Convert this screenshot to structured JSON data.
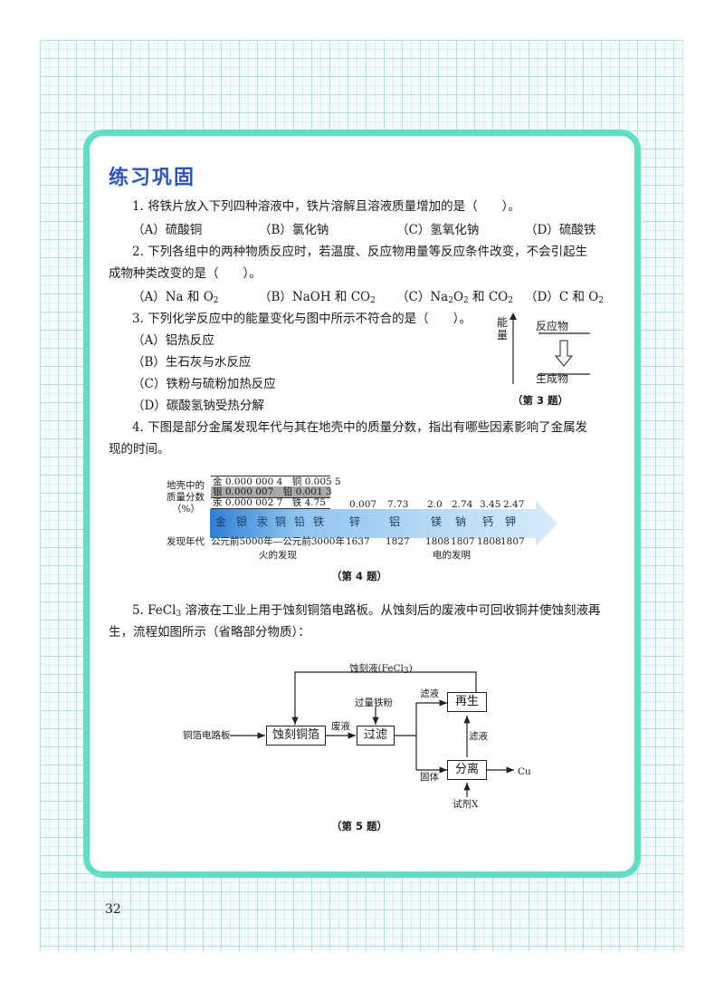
{
  "section_title": "练习巩固",
  "q1": {
    "stem": "1. 将铁片放入下列四种溶液中，铁片溶解且溶液质量增加的是（　　）。",
    "opts": [
      "（A）硫酸铜",
      "（B）氯化钠",
      "（C）氢氧化钠",
      "（D）硫酸铁"
    ]
  },
  "q2": {
    "stem1": "2. 下列各组中的两种物质反应时，若温度、反应物用量等反应条件改变，不会引起生",
    "stem2": "成物种类改变的是（　　）。",
    "opts": [
      "（A）Na 和 O",
      "（B）NaOH 和 CO",
      "（C）Na",
      "（D）C 和 O"
    ],
    "sub2": "2",
    "opt_c_mid": "O",
    "opt_c_tail": " 和 CO"
  },
  "q3": {
    "stem": "3. 下列化学反应中的能量变化与图中所示不符合的是（　　）。",
    "opts": [
      "（A）铝热反应",
      "（B）生石灰与水反应",
      "（C）铁粉与硫粉加热反应",
      "（D）碳酸氢钠受热分解"
    ],
    "fig": {
      "axis": "能量",
      "reactant": "反应物",
      "product": "生成物",
      "caption": "（第 3 题）"
    }
  },
  "q4": {
    "stem1": "4. 下图是部分金属发现年代与其在地壳中的质量分数，指出有哪些因素影响了金属发",
    "stem2": "现的时间。",
    "fig": {
      "left_label": [
        "地壳中的",
        "质量分数",
        "（%）"
      ],
      "table_rows": [
        "金 0.000 000 4　铜 0.005 5",
        "银 0.000 007　铅 0.001 3",
        "汞 0.000 002 7　铁 4.75"
      ],
      "values": [
        "0.007",
        "7.73",
        "2.0",
        "2.74",
        "3.45",
        "2.47"
      ],
      "metals": [
        "金",
        "银",
        "汞",
        "铜",
        "铅",
        "铁",
        "锌",
        "铝",
        "镁",
        "钠",
        "钙",
        "钾"
      ],
      "row_label": "发现年代",
      "era": "公元前5000年—公元前3000年",
      "years": [
        "1637",
        "1827",
        "1808",
        "1807",
        "1808",
        "1807"
      ],
      "note_fire": "火的发现",
      "note_elec": "电的发明",
      "caption": "（第 4 题）"
    }
  },
  "q5": {
    "stem1_a": "5. FeCl",
    "stem1_sub": "3",
    "stem1_b": " 溶液在工业上用于蚀刻铜箔电路板。从蚀刻后的废液中可回收铜并使蚀刻液再",
    "stem2": "生，流程如图所示（省略部分物质）：",
    "fig": {
      "loop_label": "蚀刻液(FeCl",
      "loop_sub": "3",
      "loop_tail": ")",
      "input": "铜箔电路板",
      "b1": "蚀刻铜箔",
      "waste": "废液",
      "iron": "过量铁粉",
      "b2": "过滤",
      "filtrate1": "滤液",
      "solid": "固体",
      "b3": "再生",
      "b4": "分离",
      "filtrate2": "滤液",
      "cu": "Cu",
      "reagent": "试剂X",
      "caption": "（第 5 题）"
    }
  },
  "page_number": "32"
}
